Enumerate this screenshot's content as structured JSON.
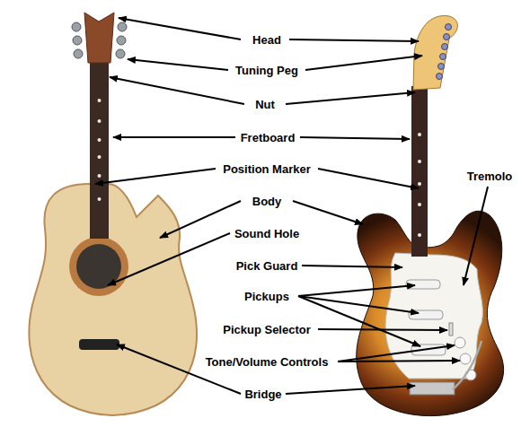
{
  "diagram": {
    "labels": [
      "Head",
      "Tuning Peg",
      "Nut",
      "Fretboard",
      "Position Marker",
      "Tremolo",
      "Body",
      "Sound Hole",
      "Pick Guard",
      "Pickups",
      "Pickup Selector",
      "Tone/Volume Controls",
      "Bridge"
    ]
  }
}
